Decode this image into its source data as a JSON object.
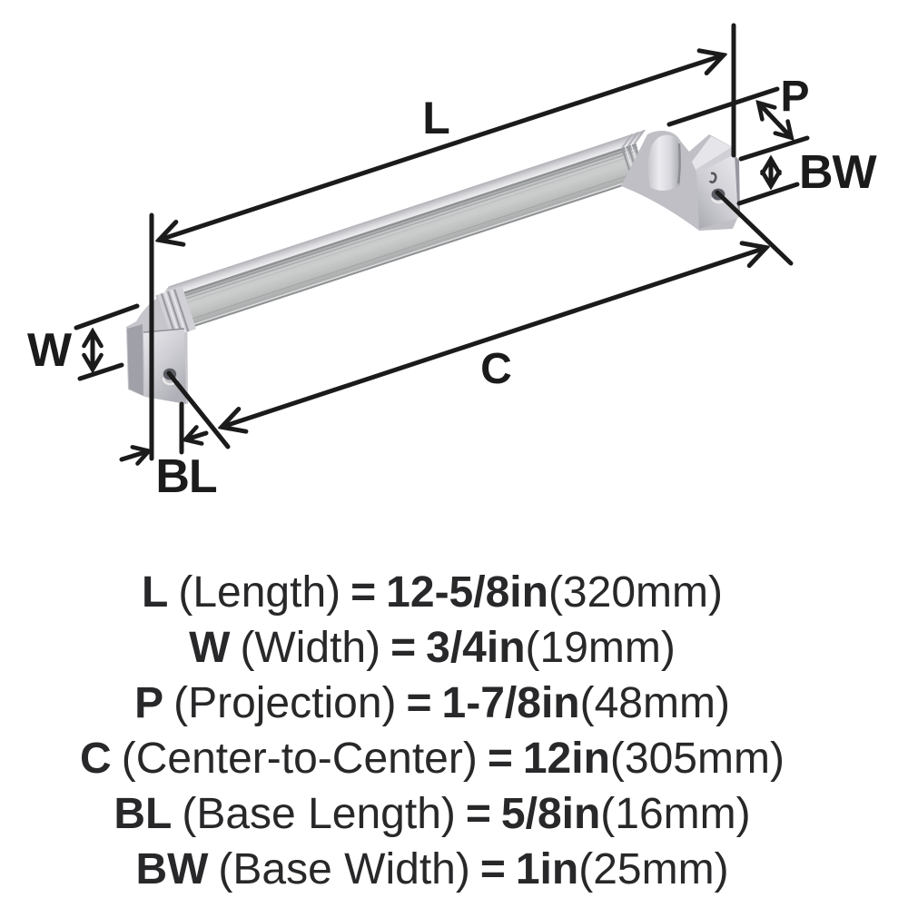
{
  "diagram": {
    "labels": {
      "length": "L",
      "width": "W",
      "projection": "P",
      "center": "C",
      "base_length": "BL",
      "base_width": "BW"
    },
    "colors": {
      "ink": "#1b1b1b",
      "text": "#28282a",
      "metal_light": "#e8e8ec",
      "metal_mid": "#c4c6c6",
      "metal_dark": "#9fa0a8",
      "background": "#ffffff"
    }
  },
  "specs": [
    {
      "symbol": "L",
      "name": "(Length)",
      "eq": "=",
      "imperial": "12-5/8in",
      "metric": "(320mm)"
    },
    {
      "symbol": "W",
      "name": "(Width)",
      "eq": "=",
      "imperial": "3/4in",
      "metric": "(19mm)"
    },
    {
      "symbol": "P",
      "name": "(Projection)",
      "eq": "=",
      "imperial": "1-7/8in",
      "metric": "(48mm)"
    },
    {
      "symbol": "C",
      "name": "(Center-to-Center)",
      "eq": "=",
      "imperial": "12in",
      "metric": "(305mm)"
    },
    {
      "symbol": "BL",
      "name": "(Base Length)",
      "eq": "=",
      "imperial": "5/8in",
      "metric": "(16mm)"
    },
    {
      "symbol": "BW",
      "name": "(Base Width)",
      "eq": "=",
      "imperial": "1in",
      "metric": "(25mm)"
    }
  ]
}
